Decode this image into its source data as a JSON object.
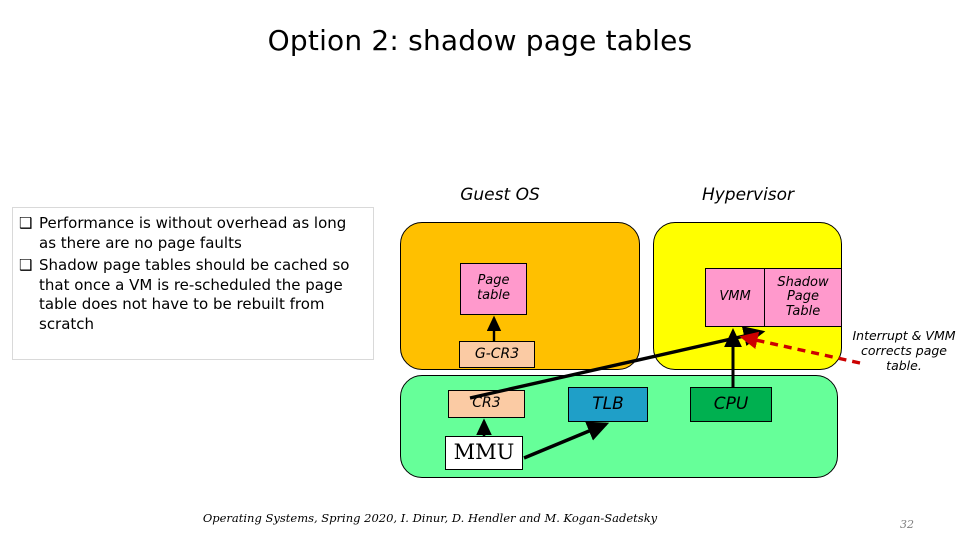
{
  "slide": {
    "title": "Option 2: shadow page tables",
    "page_number": "32",
    "footer": "Operating Systems, Spring 2020, I. Dinur, D. Hendler and M. Kogan-Sadetsky"
  },
  "bullets": {
    "marker": "❑",
    "items": [
      "Performance is without overhead as long as there are no page faults",
      "Shadow page tables should be cached so that once a VM is re-scheduled the page table does not have to be rebuilt from scratch"
    ]
  },
  "diagram": {
    "zones": [
      {
        "id": "guest-os",
        "label": "Guest OS",
        "color": "#FFC000"
      },
      {
        "id": "hypervisor",
        "label": "Hypervisor",
        "color": "#FFFF00"
      },
      {
        "id": "hardware",
        "label": "",
        "color": "#66FF99"
      }
    ],
    "nodes": [
      {
        "id": "page-table",
        "label": "Page\ntable",
        "color": "#FF99CC"
      },
      {
        "id": "guest-cr3",
        "label": "G-CR3",
        "color": "#FBCBA4"
      },
      {
        "id": "vmm",
        "label": "VMM",
        "color": "#FF99CC"
      },
      {
        "id": "shadow-page-table",
        "label": "Shadow\nPage\nTable",
        "color": "#FF99CC"
      },
      {
        "id": "cr3",
        "label": "CR3",
        "color": "#FBCBA4"
      },
      {
        "id": "tlb",
        "label": "TLB",
        "color": "#1F9FC8"
      },
      {
        "id": "cpu",
        "label": "CPU",
        "color": "#00B050"
      },
      {
        "id": "mmu",
        "label": "MMU",
        "color": "#FFFFFF"
      }
    ],
    "annotation": "Interrupt & VMM corrects page table.",
    "arrow_colors": {
      "solid": "#000000",
      "dashed": "#CC0000"
    }
  }
}
